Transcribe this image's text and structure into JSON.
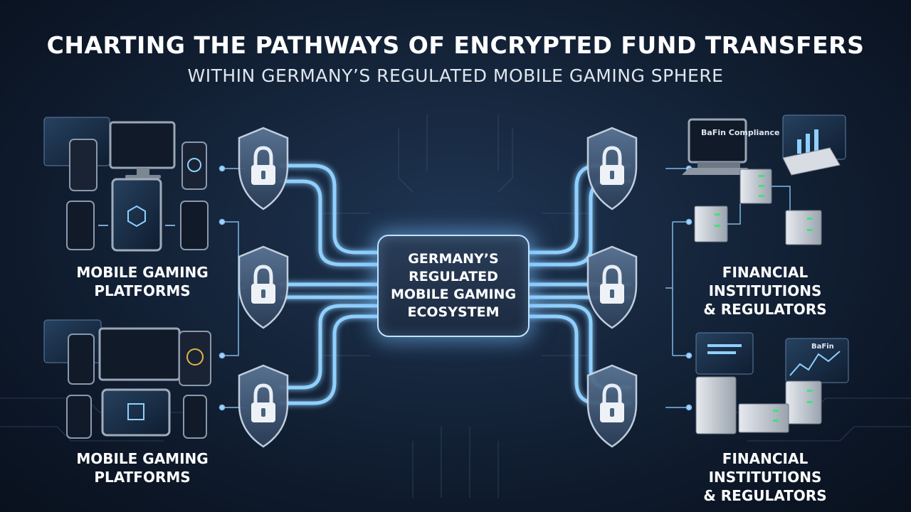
{
  "header": {
    "title": "CHARTING THE PATHWAYS OF ENCRYPTED FUND TRANSFERS",
    "subtitle": "WITHIN GERMANY’S REGULATED MOBILE GAMING SPHERE"
  },
  "hub": {
    "label": "GERMANY’S REGULATED MOBILE GAMING ECOSYSTEM"
  },
  "left_groups": [
    {
      "label": "MOBILE GAMING\nPLATFORMS"
    },
    {
      "label": "MOBILE GAMING\nPLATFORMS"
    }
  ],
  "right_groups": [
    {
      "label": "FINANCIAL INSTITUTIONS\n& REGULATORS",
      "sign": "BaFin Compliance"
    },
    {
      "label": "FINANCIAL INSTITUTIONS\n& REGULATORS",
      "sign": "BaFin"
    }
  ],
  "shields": [
    {
      "side": "left",
      "icon": "padlock-icon"
    },
    {
      "side": "left",
      "icon": "padlock-icon"
    },
    {
      "side": "left",
      "icon": "padlock-icon"
    },
    {
      "side": "right",
      "icon": "padlock-icon"
    },
    {
      "side": "right",
      "icon": "padlock-icon"
    },
    {
      "side": "right",
      "icon": "padlock-icon"
    }
  ],
  "colors": {
    "glow": "#8fd0ff",
    "line": "#5fb4ff",
    "shield": "#4a6280",
    "background": "#13223a"
  }
}
